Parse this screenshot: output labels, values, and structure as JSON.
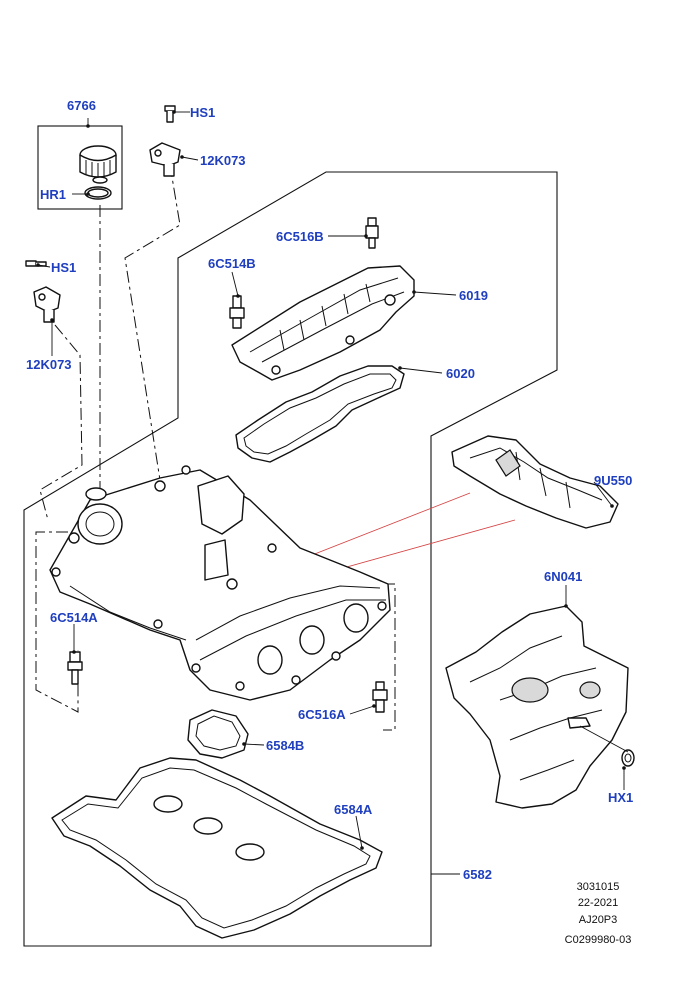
{
  "colors": {
    "callout": "#1f3fbf",
    "line": "#111111",
    "red_leader": "#d44040"
  },
  "callouts": {
    "c6766": "6766",
    "hs1_top": "HS1",
    "k12k073_top": "12K073",
    "hr1": "HR1",
    "hs1_left": "HS1",
    "k12k073_left": "12K073",
    "c6c516b": "6C516B",
    "c6c514b": "6C514B",
    "c6019": "6019",
    "c6020": "6020",
    "c9u550": "9U550",
    "c6n041": "6N041",
    "c6c514a": "6C514A",
    "c6c516a": "6C516A",
    "c6584b": "6584B",
    "c6584a": "6584A",
    "c6582": "6582",
    "hx1": "HX1"
  },
  "ref_block": {
    "line1": "3031015",
    "line2": "22-2021",
    "line3": "AJ20P3",
    "line4": "C0299980-03"
  }
}
